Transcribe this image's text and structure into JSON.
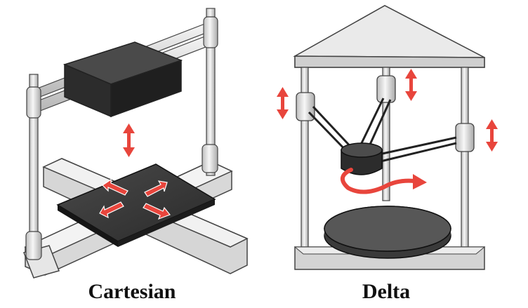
{
  "captions": {
    "cartesian": "Cartesian",
    "delta": "Delta"
  },
  "colors": {
    "frame": "#e9e9e9",
    "frame_stroke": "#444444",
    "dark": "#333333",
    "darker": "#1e1e1e",
    "arrow": "#e8453c"
  },
  "icons": {
    "cartesian": [
      "print-head-block",
      "xy-motion-arrows",
      "z-motion-arrow"
    ],
    "delta": [
      "vertical-carriage-arrows",
      "rotation-arrow"
    ]
  }
}
